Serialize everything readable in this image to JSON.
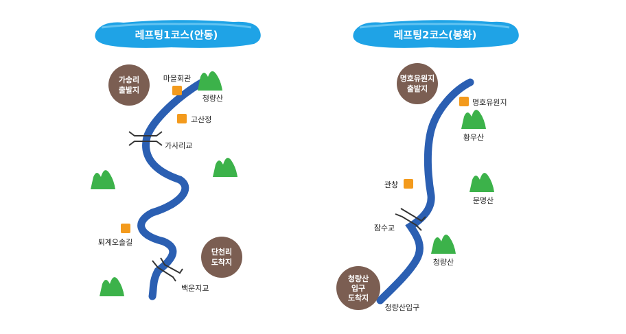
{
  "colors": {
    "river": "#2b5fb2",
    "banner": "#1fa3e6",
    "mountain": "#3cb24a",
    "landmark": "#f39a1c",
    "circle": "#7b5e52",
    "bridge": "#333333"
  },
  "course1": {
    "title": "레프팅1코스(안동)",
    "start": {
      "line1": "가송리",
      "line2": "출발지"
    },
    "end": {
      "line1": "단천리",
      "line2": "도착지"
    },
    "places": {
      "village_hall": "마을회관",
      "cheongnyangsan": "청량산",
      "gosanjeong": "고산정",
      "gasarigyo": "가사리교",
      "toegye_trail": "퇴계오솔길",
      "baegunjigyo": "백운지교"
    }
  },
  "course2": {
    "title": "레프팅2코스(봉화)",
    "start": {
      "line1": "명호유원지",
      "line2": "출발지"
    },
    "end": {
      "line1": "청량산",
      "line2": "입구",
      "line3": "도착지"
    },
    "places": {
      "myeongho_resort": "명호유원지",
      "hwangusan": "황우산",
      "gwanchang": "관창",
      "munmyeongsan": "문명산",
      "jamsugyo": "잠수교",
      "cheongnyangsan": "청량산",
      "cheongnyangsan_entrance": "청량산입구"
    }
  }
}
